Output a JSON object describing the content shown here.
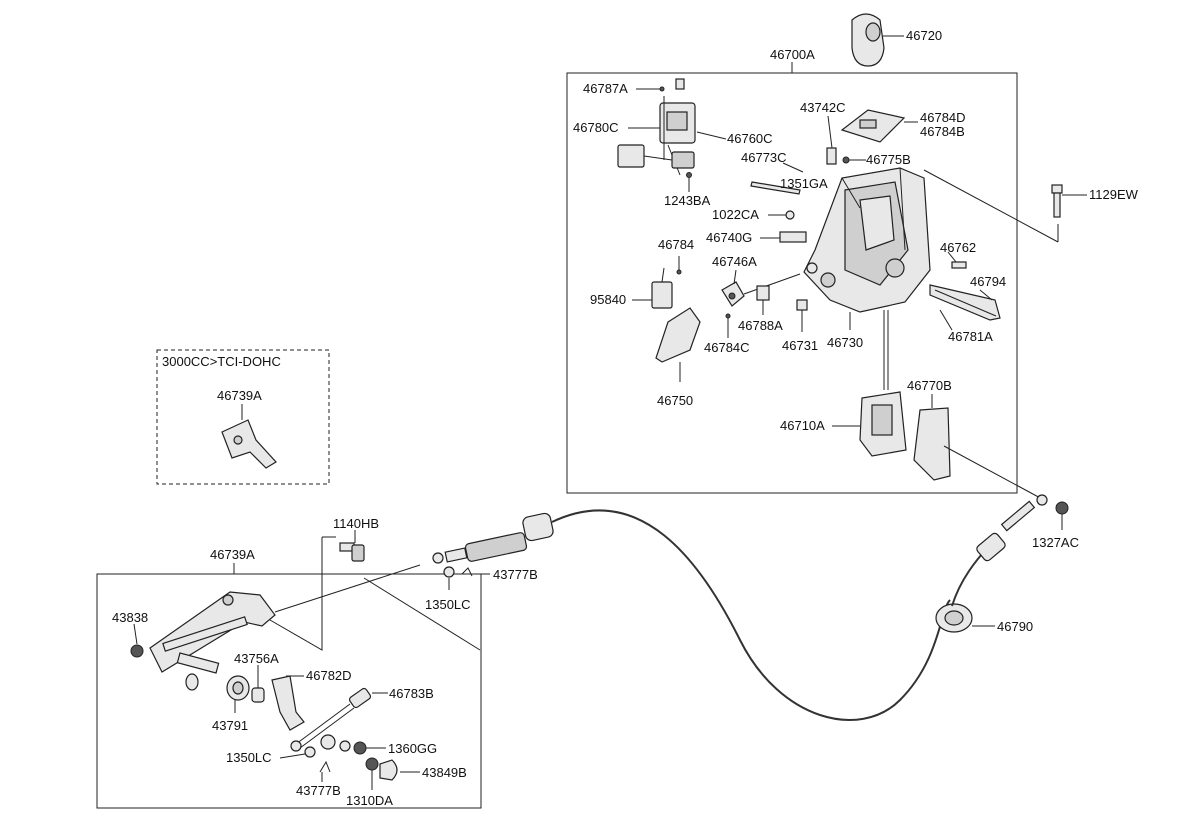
{
  "diagram": {
    "title": "",
    "options_box_label": "3000CC>TCI-DOHC",
    "labels": {
      "l46720": "46720",
      "l46700A": "46700A",
      "l46787A": "46787A",
      "l46780C": "46780C",
      "l46760C": "46760C",
      "l43742C": "43742C",
      "l46784D": "46784D",
      "l46784B": "46784B",
      "l46773C": "46773C",
      "l46775B": "46775B",
      "l1243BA": "1243BA",
      "l1351GA": "1351GA",
      "l1129EW": "1129EW",
      "l1022CA": "1022CA",
      "l46740G": "46740G",
      "l46784": "46784",
      "l46762": "46762",
      "l46746A": "46746A",
      "l46794": "46794",
      "l95840": "95840",
      "l46788A": "46788A",
      "l46781A": "46781A",
      "l46784C": "46784C",
      "l46731": "46731",
      "l46730": "46730",
      "l46750": "46750",
      "l46770B": "46770B",
      "l46710A": "46710A",
      "l46739A_opt": "46739A",
      "l1140HB": "1140HB",
      "l46739A": "46739A",
      "l1327AC": "1327AC",
      "l43777B_top": "43777B",
      "l1350LC_top": "1350LC",
      "l43838": "43838",
      "l43756A": "43756A",
      "l46782D": "46782D",
      "l46783B": "46783B",
      "l46790": "46790",
      "l43791": "43791",
      "l1360GG": "1360GG",
      "l1350LC": "1350LC",
      "l43849B": "43849B",
      "l43777B": "43777B",
      "l1310DA": "1310DA"
    }
  }
}
